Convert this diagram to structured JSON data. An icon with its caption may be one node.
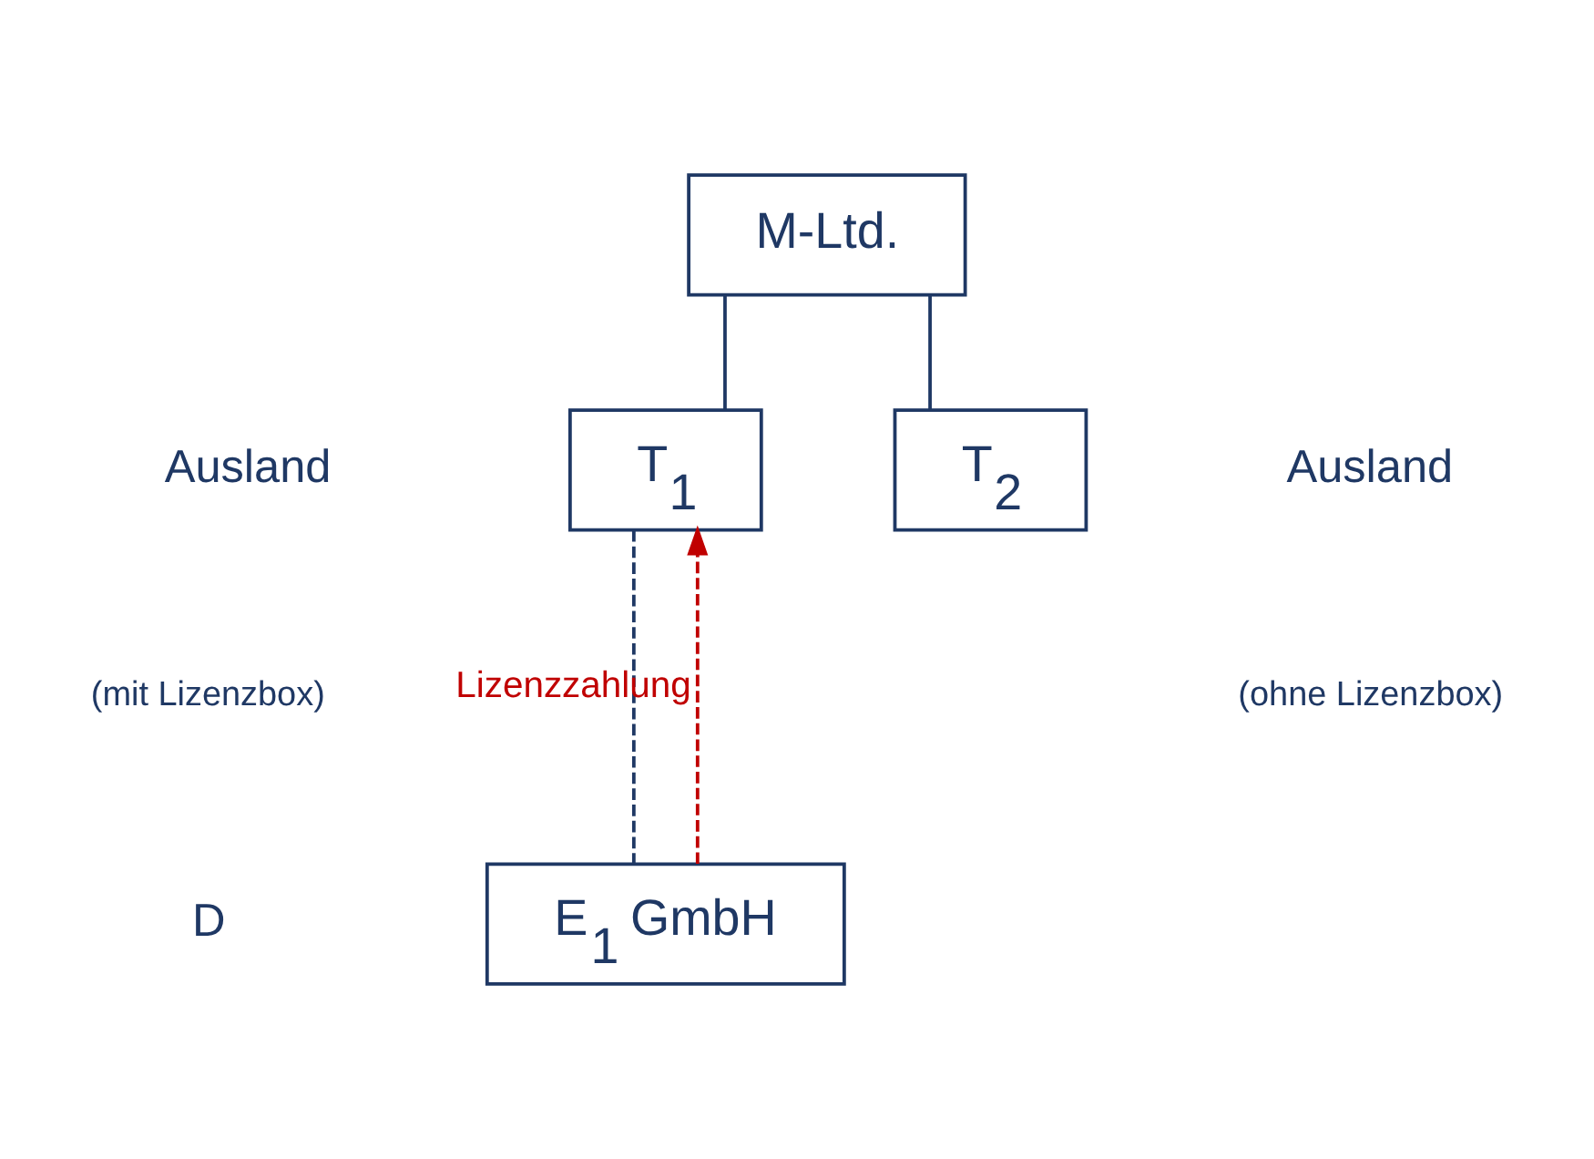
{
  "diagram": {
    "nodes": [
      {
        "text": [
          "M-Ltd."
        ]
      },
      {
        "text": [
          "T$_{1}$"
        ]
      },
      {
        "text": [
          "T$_{2}$"
        ]
      },
      {
        "text": [
          "E$_{1}$ GmbH"
        ]
      }
    ],
    "edges": [
      {
        "from": 0,
        "to": 1,
        "arrow": "none"
      },
      {
        "from": 0,
        "to": 2,
        "arrow": "none"
      },
      {
        "from": 1,
        "to": 3,
        "arrow": "none",
        "style": "dashed"
      },
      {
        "from": 3,
        "to": 1,
        "arrow": "to",
        "style": "dashed",
        "color": "#c00000",
        "label": "Lizenzzahlung"
      }
    ],
    "labels": [
      "Ausland",
      "(mit Lizenzbox)",
      "Ausland",
      "(ohne Lizenzbox)",
      "D"
    ]
  }
}
